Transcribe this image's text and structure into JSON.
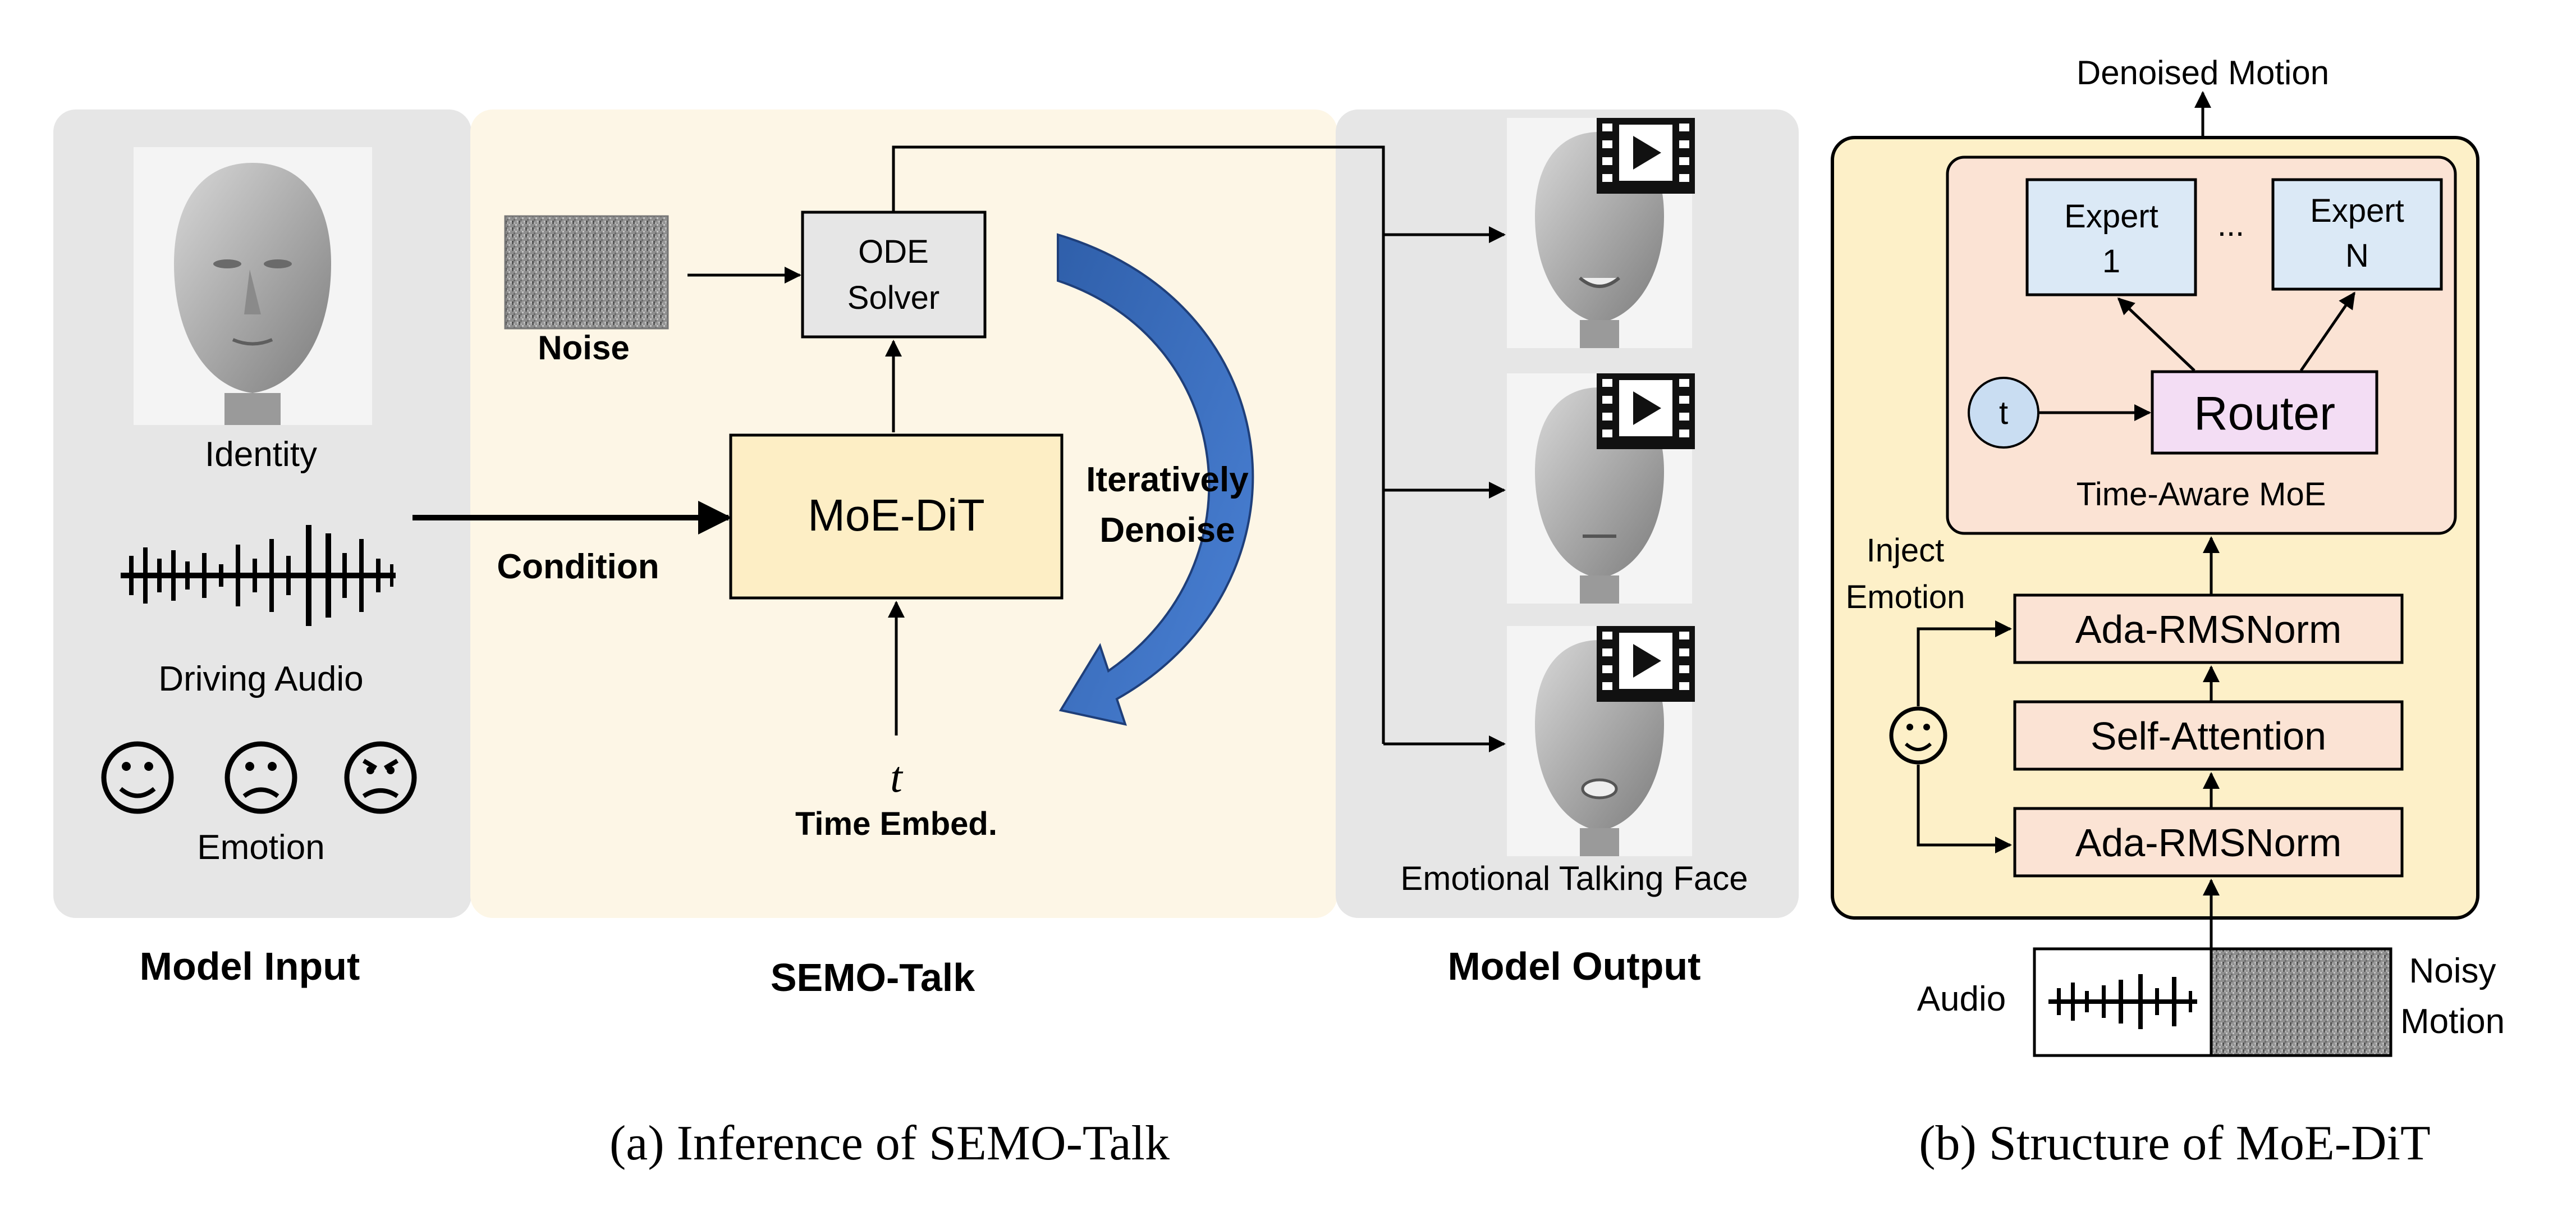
{
  "input": {
    "identity_label": "Identity",
    "audio_label": "Driving Audio",
    "emotion_label": "Emotion",
    "emotions": [
      "happy",
      "sad",
      "angry"
    ],
    "title": "Model Input"
  },
  "semo": {
    "noise_label": "Noise",
    "solver_line1": "ODE",
    "solver_line2": "Solver",
    "moedit_label": "MoE-DiT",
    "condition_label": "Condition",
    "iterative_line1": "Iteratively",
    "iterative_line2": "Denoise",
    "t_symbol": "t",
    "time_embed_label": "Time Embed.",
    "title": "SEMO-Talk"
  },
  "output": {
    "face_label": "Emotional Talking Face",
    "title": "Model Output"
  },
  "moe": {
    "denoised_label": "Denoised Motion",
    "expert1_line1": "Expert",
    "expert1_line2": "1",
    "ellipsis": "...",
    "expertn_line1": "Expert",
    "expertn_line2": "N",
    "t_label": "t",
    "router_label": "Router",
    "time_aware_label": "Time-Aware MoE",
    "inject_line1": "Inject",
    "inject_line2": "Emotion",
    "ada_top": "Ada-RMSNorm",
    "self_attention": "Self-Attention",
    "ada_bottom": "Ada-RMSNorm",
    "audio_label": "Audio",
    "noisy_line1": "Noisy",
    "noisy_line2": "Motion"
  },
  "captions": {
    "a": "(a) Inference of SEMO-Talk",
    "b": "(b) Structure of MoE-DiT"
  },
  "colors": {
    "panel_gray": "#e6e6e6",
    "panel_cream": "#fdf6e6",
    "moe_outer": "#fdf0c8",
    "moe_inner": "#fbe3d4",
    "ada_fill": "#fbe3d4",
    "expert_fill": "#dbe9f6",
    "router_fill": "#f3ddf4",
    "t_fill": "#c9ddf2",
    "moedit_fill": "#fdeec5",
    "solver_fill": "#e6e6e6",
    "arc_blue": "#3d6fc0"
  }
}
